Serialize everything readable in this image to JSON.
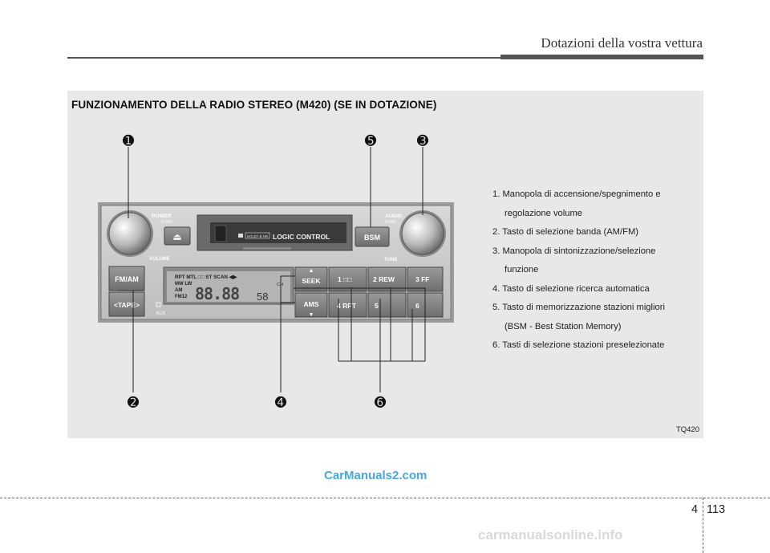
{
  "header": {
    "title": "Dotazioni della vostra vettura"
  },
  "panel": {
    "title": "FUNZIONAMENTO DELLA RADIO STEREO (M420) (SE IN DOTAZIONE)",
    "code": "TQ420",
    "legend": [
      {
        "text": "1. Manopola di accensione/spegnimento e",
        "cont": "regolazione volume"
      },
      {
        "text": "2. Tasto di selezione banda (AM/FM)",
        "cont": ""
      },
      {
        "text": "3. Manopola di sintonizzazione/selezione",
        "cont": "funzione"
      },
      {
        "text": "4. Tasto di selezione ricerca automatica",
        "cont": ""
      },
      {
        "text": "5. Tasto di memorizzazione stazioni migliori",
        "cont": "(BSM - Best Station Memory)"
      },
      {
        "text": "6. Tasti di selezione stazioni preselezionate",
        "cont": ""
      }
    ]
  },
  "radio": {
    "power": "POWER",
    "push1": "PUSH",
    "volume": "VOLUME",
    "audio": "AUDIO",
    "push2": "PUSH",
    "tune": "TUNE",
    "logic": "LOGIC CONTROL",
    "dolby": "DOLBY B NR",
    "bsm": "BSM",
    "fmam": "FM/AM",
    "tape": "<TAPE>",
    "aux": "AUX",
    "disp_top": "RPT  MTL  □□  ST  SCAN ◀▶",
    "disp_mw": "MW LW",
    "disp_am": "AM",
    "disp_fm": "FM12",
    "disp_ch": "CH",
    "disp_digits": "88.88",
    "disp_small": "58",
    "seek": "SEEK",
    "ams": "AMS",
    "p1": "1  □□",
    "p2": "2 REW",
    "p3": "3  FF",
    "p4": "4  RPT",
    "p5": "5",
    "p6": "6"
  },
  "callouts": [
    "➊",
    "➋",
    "➌",
    "➍",
    "➎",
    "➏"
  ],
  "watermark": "CarManuals2.com",
  "footer": {
    "section": "4",
    "page": "113",
    "site": "carmanualsonline.info"
  }
}
